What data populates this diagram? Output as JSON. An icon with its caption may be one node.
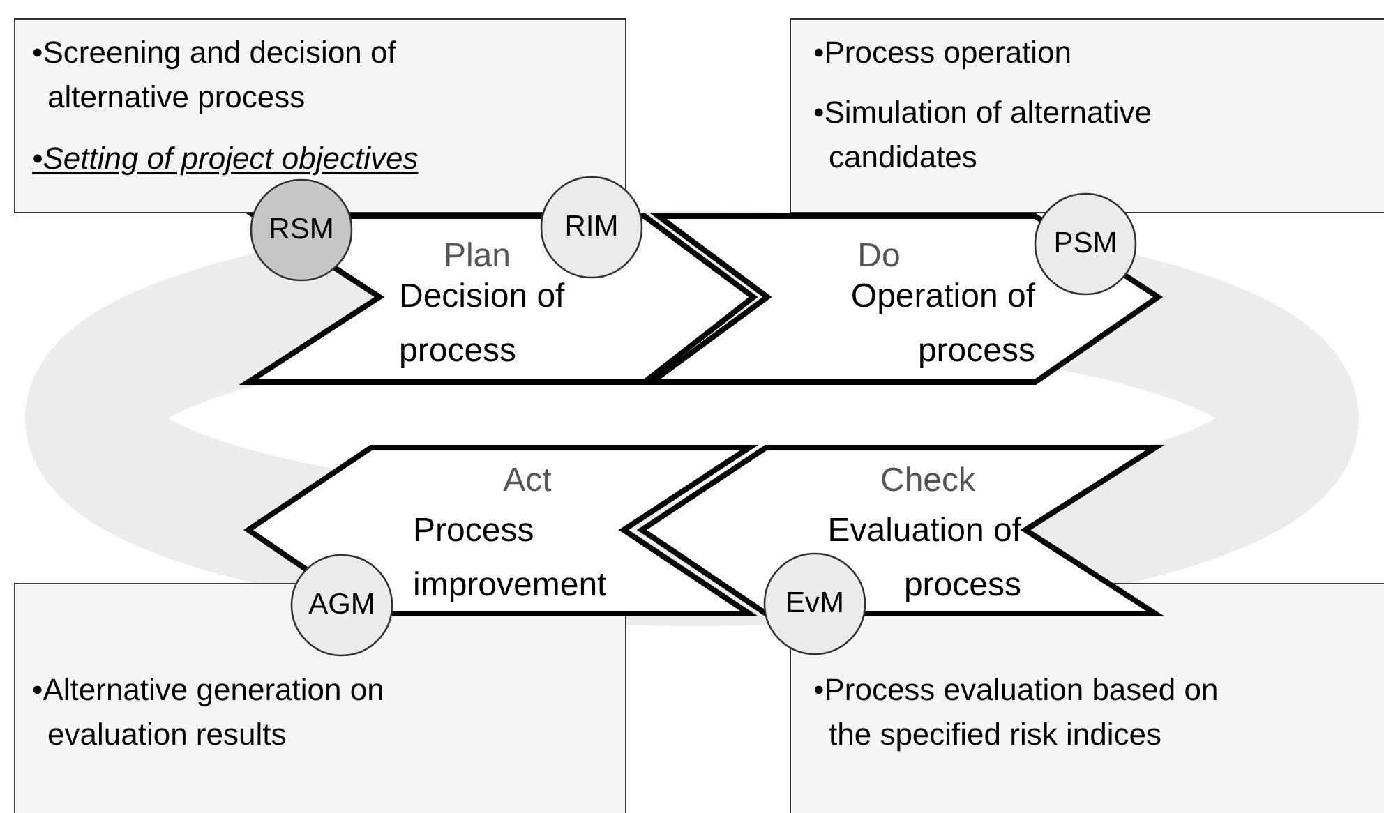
{
  "diagram": {
    "nodes": [
      {
        "text": [
          "•Screening and decision of alternative process",
          "•Setting of project objectives"
        ]
      },
      {
        "text": [
          "•Process operation",
          "•Simulation of alternative candidates"
        ]
      },
      {
        "text": [
          "Plan",
          "Decision of process"
        ]
      },
      {
        "text": [
          "Do",
          "Operation of process"
        ]
      },
      {
        "text": [
          "Act",
          "Process improvement"
        ]
      },
      {
        "text": [
          "Check",
          "Evaluation of process"
        ]
      },
      {
        "text": [
          "•Alternative generation on evaluation results"
        ]
      },
      {
        "text": [
          "•Process evaluation based on the specified risk indices"
        ]
      },
      {
        "text": [
          "RSM"
        ]
      },
      {
        "text": [
          "RIM"
        ]
      },
      {
        "text": [
          "PSM"
        ]
      },
      {
        "text": [
          "AGM"
        ]
      },
      {
        "text": [
          "EvM"
        ]
      }
    ]
  }
}
